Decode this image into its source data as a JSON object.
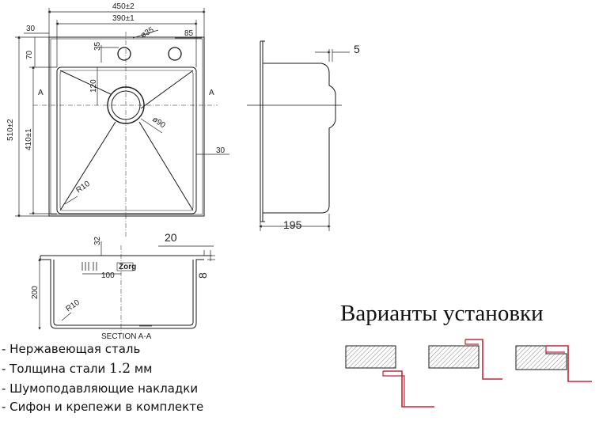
{
  "dimensions": {
    "overall_width": "450±2",
    "inner_width": "390±1",
    "left_offset": "30",
    "hole_dia": "ø35",
    "right_offset": "85",
    "hole_v": "35",
    "top_offset": "70",
    "drain_v": "120",
    "overall_height": "510±2",
    "inner_height": "410±1",
    "drain_dia": "ø90",
    "right_rim": "30",
    "corner_radius": "R10",
    "flange": "5",
    "side_depth": "195",
    "section_rim": "32",
    "section_flange": "20",
    "section_drop": "8",
    "depth": "200",
    "drain_x": "100",
    "section_radius": "R10"
  },
  "section_markers": {
    "left": "A",
    "right": "A"
  },
  "section_title": "SECTION A-A",
  "brand_mark": "Zorg",
  "features": [
    {
      "prefix": "- Нержавеющая сталь",
      "emph": ""
    },
    {
      "prefix": "- Толщина стали ",
      "emph": "1.2",
      "suffix": " мм"
    },
    {
      "prefix": "- Шумоподавляющие накладки",
      "emph": ""
    },
    {
      "prefix": "- Сифон и крепежи в комплекте",
      "emph": ""
    }
  ],
  "variants_title": "Варианты установки",
  "colors": {
    "outline": "#1a1a1a",
    "accent": "#c0273b",
    "hatch": "#888888"
  }
}
